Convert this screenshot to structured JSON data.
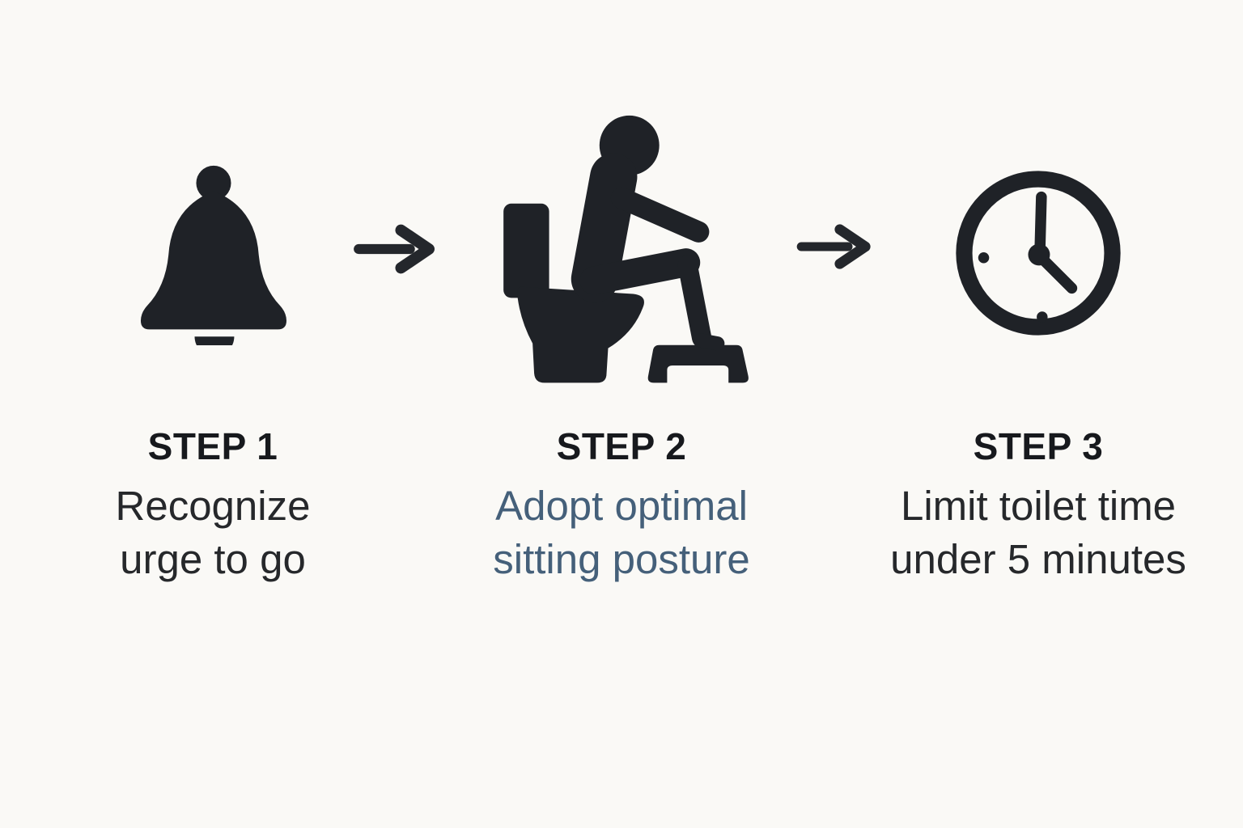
{
  "infographic": {
    "title_shown": false,
    "type": "horizontal-step-flow",
    "step_count": 3
  },
  "colors": {
    "background": "#faf9f6",
    "icon": "#1f2227",
    "step_label": "#17191d",
    "description": "#26282b",
    "description_accent": "#45607a",
    "arrow": "#24272c"
  },
  "steps": [
    {
      "label": "STEP 1",
      "description": "Recognize urge to go",
      "desc_line1": "Recognize",
      "desc_line2": "urge to go",
      "icon": "bell-icon",
      "desc_color": "#26282b"
    },
    {
      "label": "STEP 2",
      "description": "Adopt optimal sitting posture",
      "desc_line1": "Adopt optimal",
      "desc_line2": "sitting posture",
      "icon": "toilet-sitting-posture-icon",
      "desc_color": "#45607a"
    },
    {
      "label": "STEP 3",
      "description": "Limit toilet time under 5 minutes",
      "desc_line1": "Limit toilet time",
      "desc_line2": "under 5 minutes",
      "icon": "clock-icon",
      "desc_color": "#26282b"
    }
  ],
  "connectors": [
    {
      "icon": "right-arrow-icon"
    },
    {
      "icon": "right-arrow-icon"
    }
  ]
}
